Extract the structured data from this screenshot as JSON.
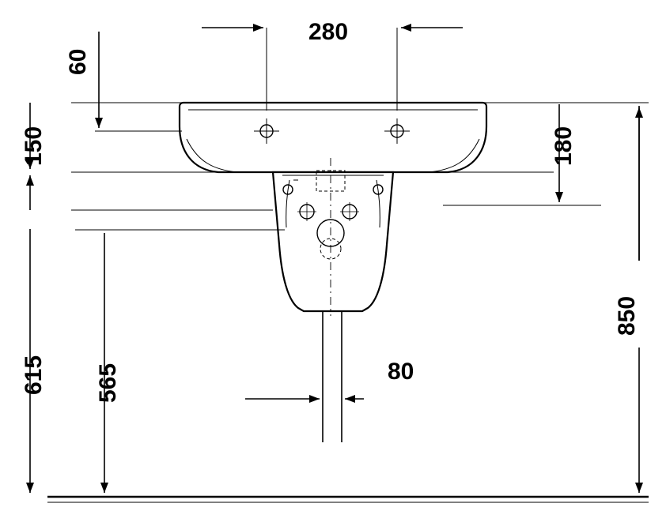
{
  "drawing": {
    "title": "Wall-mounted washbasin with semi-pedestal - technical dimension drawing (front view)",
    "units": "mm",
    "line_color": "#000000",
    "fill_color": "#ffffff",
    "dimensions": {
      "top_width": "280",
      "tap_hole_offset": "60",
      "basin_front_height": "150",
      "basin_side_height": "180",
      "trap_width": "80",
      "pedestal_bottom": "565",
      "basin_bottom": "615",
      "total_height": "850"
    }
  }
}
